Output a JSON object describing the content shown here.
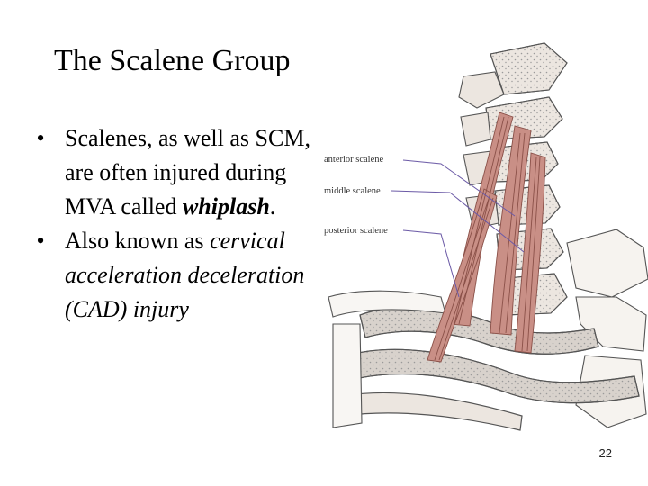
{
  "slide": {
    "title": "The Scalene Group",
    "bullets": [
      {
        "marker": "•",
        "text_before": "Scalenes, as well as SCM, are often injured during MVA called ",
        "emphasis": "whiplash",
        "text_after": "."
      },
      {
        "marker": "•",
        "text": "Also known as ",
        "italic_text": "cervical acceleration deceleration (CAD) injury"
      }
    ],
    "figure": {
      "labels": {
        "anterior": "anterior scalene",
        "middle": "middle scalene",
        "posterior": "posterior scalene"
      },
      "colors": {
        "muscle": "#c98f86",
        "muscle_line": "#8a5048",
        "bone_fill": "#ece6e0",
        "bone_outline": "#555555",
        "stipple": "#9a9a9a",
        "leader_line": "#6b5aa6"
      }
    },
    "page_number": "22"
  }
}
